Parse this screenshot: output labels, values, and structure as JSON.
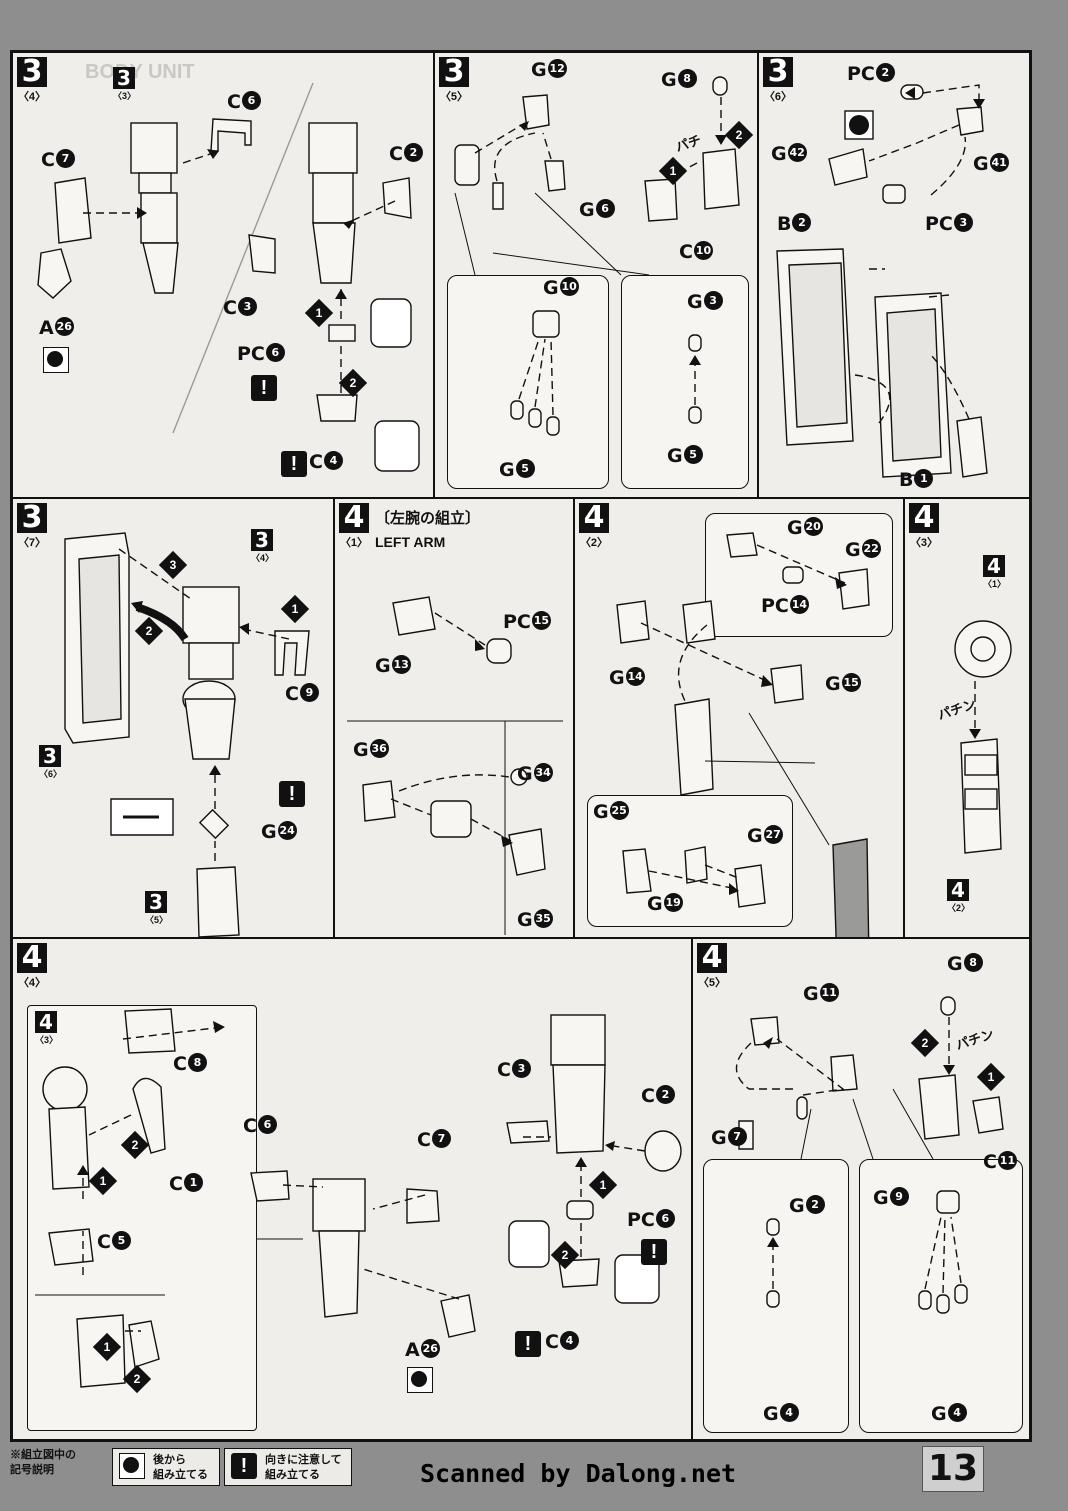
{
  "page_number": "13",
  "credit": "Scanned by Dalong.net",
  "legend": {
    "note": "※組立図中の\n記号説明",
    "after": "後から\n組み立てる",
    "caution": "向きに注意して\n組み立てる"
  },
  "icons": [
    "assemble-later-icon",
    "caution-icon",
    "circled-number-icon",
    "step-sequence-icon"
  ],
  "panels": {
    "p3_4": {
      "step": "3",
      "sub": "〈4〉",
      "bg": "BODY UNIT",
      "ref": {
        "num": "3",
        "sub": "〈3〉"
      },
      "labels": {
        "c6": "C",
        "c7": "C",
        "c2": "C",
        "c3": "C",
        "a26": "A",
        "pc6": "PC",
        "c4": "C"
      },
      "nums": {
        "c6": "6",
        "c7": "7",
        "c2": "2",
        "c3": "3",
        "a26": "26",
        "pc6": "6",
        "c4": "4"
      },
      "seq": [
        "1",
        "2"
      ]
    },
    "p3_5": {
      "step": "3",
      "sub": "〈5〉",
      "labels": {
        "g12": "G",
        "g8": "G",
        "g6": "G",
        "c10": "C",
        "g10": "G",
        "g3": "G",
        "g5a": "G",
        "g5b": "G"
      },
      "nums": {
        "g12": "12",
        "g8": "8",
        "g6": "6",
        "c10": "10",
        "g10": "10",
        "g3": "3",
        "g5a": "5",
        "g5b": "5"
      },
      "onomatopoeia": "パチ",
      "seq": [
        "1",
        "2"
      ]
    },
    "p3_6": {
      "step": "3",
      "sub": "〈6〉",
      "labels": {
        "pc2": "PC",
        "g42": "G",
        "g41": "G",
        "pc3": "PC",
        "b2": "B",
        "b1": "B"
      },
      "nums": {
        "pc2": "2",
        "g42": "42",
        "g41": "41",
        "pc3": "3",
        "b2": "2",
        "b1": "1"
      }
    },
    "p3_7": {
      "step": "3",
      "sub": "〈7〉",
      "refs": [
        {
          "num": "3",
          "sub": "〈4〉"
        },
        {
          "num": "3",
          "sub": "〈6〉"
        },
        {
          "num": "3",
          "sub": "〈5〉"
        }
      ],
      "labels": {
        "c9": "C",
        "g24": "G"
      },
      "nums": {
        "c9": "9",
        "g24": "24"
      },
      "seq": [
        "1",
        "2",
        "3"
      ]
    },
    "p4_1": {
      "step": "4",
      "sub": "〈1〉",
      "title_jp": "〔左腕の組立〕",
      "title_en": "LEFT ARM",
      "labels": {
        "pc15": "PC",
        "g13": "G",
        "g36": "G",
        "g34": "G",
        "g35": "G"
      },
      "nums": {
        "pc15": "15",
        "g13": "13",
        "g36": "36",
        "g34": "34",
        "g35": "35"
      }
    },
    "p4_2": {
      "step": "4",
      "sub": "〈2〉",
      "labels": {
        "g20": "G",
        "g22": "G",
        "pc14": "PC",
        "g14": "G",
        "g15": "G",
        "g25": "G",
        "g27": "G",
        "g19": "G"
      },
      "nums": {
        "g20": "20",
        "g22": "22",
        "pc14": "14",
        "g14": "14",
        "g15": "15",
        "g25": "25",
        "g27": "27",
        "g19": "19"
      }
    },
    "p4_3": {
      "step": "4",
      "sub": "〈3〉",
      "refs": [
        {
          "num": "4",
          "sub": "〈1〉"
        },
        {
          "num": "4",
          "sub": "〈2〉"
        }
      ],
      "onomatopoeia": "パチン"
    },
    "p4_4": {
      "step": "4",
      "sub": "〈4〉",
      "ref": {
        "num": "4",
        "sub": "〈3〉"
      },
      "labels": {
        "c8": "C",
        "c1": "C",
        "c5": "C",
        "c6": "C",
        "c7": "C",
        "a26": "A",
        "c3": "C",
        "c2": "C",
        "pc6": "PC",
        "c4": "C"
      },
      "nums": {
        "c8": "8",
        "c1": "1",
        "c5": "5",
        "c6": "6",
        "c7": "7",
        "a26": "26",
        "c3": "3",
        "c2": "2",
        "pc6": "6",
        "c4": "4"
      },
      "seq": [
        "1",
        "2"
      ]
    },
    "p4_5": {
      "step": "4",
      "sub": "〈5〉",
      "labels": {
        "g8": "G",
        "g11": "G",
        "g7": "G",
        "c11": "C",
        "g2": "G",
        "g9": "G",
        "g4a": "G",
        "g4b": "G"
      },
      "nums": {
        "g8": "8",
        "g11": "11",
        "g7": "7",
        "c11": "11",
        "g2": "2",
        "g9": "9",
        "g4a": "4",
        "g4b": "4"
      },
      "onomatopoeia": "パチン",
      "seq": [
        "1",
        "2"
      ]
    }
  }
}
